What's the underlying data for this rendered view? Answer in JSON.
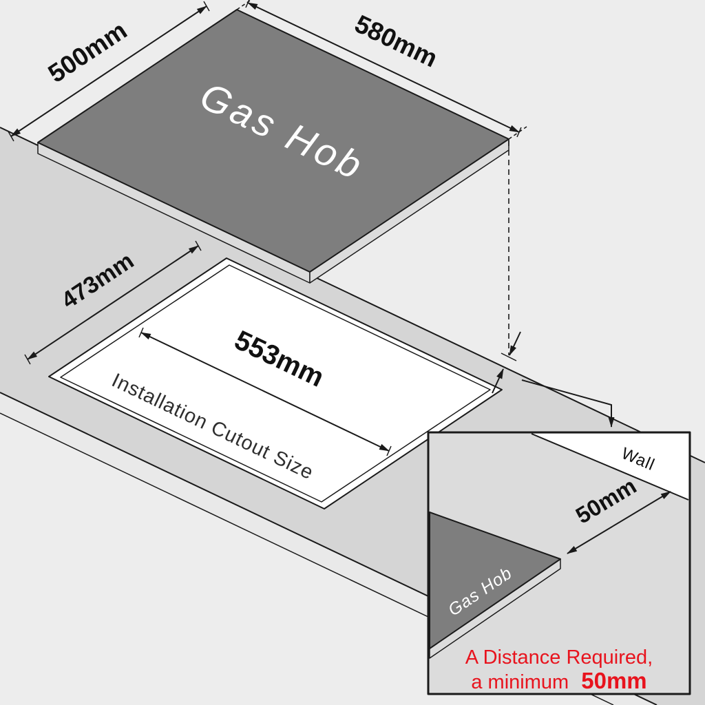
{
  "colors": {
    "background": "#EDEDED",
    "counter": "#D5D5D5",
    "counter_front": "#E9E9E9",
    "hob": "#7E7E7E",
    "hob_edge": "#DCDCDC",
    "cutout": "#FFFFFF",
    "inset_bg": "#DCDCDC",
    "wall": "#FFFFFF",
    "note_red": "#E8131D"
  },
  "hob": {
    "label": "Gas Hob",
    "width": "500mm",
    "length": "580mm"
  },
  "cutout": {
    "width": "473mm",
    "length": "553mm",
    "caption": "Installation Cutout Size"
  },
  "inset": {
    "hob_label": "Gas Hob",
    "wall_label": "Wall",
    "gap": "50mm",
    "note_line1": "A Distance Required,",
    "note_line2_prefix": "a minimum",
    "note_line2_value": "50mm"
  }
}
